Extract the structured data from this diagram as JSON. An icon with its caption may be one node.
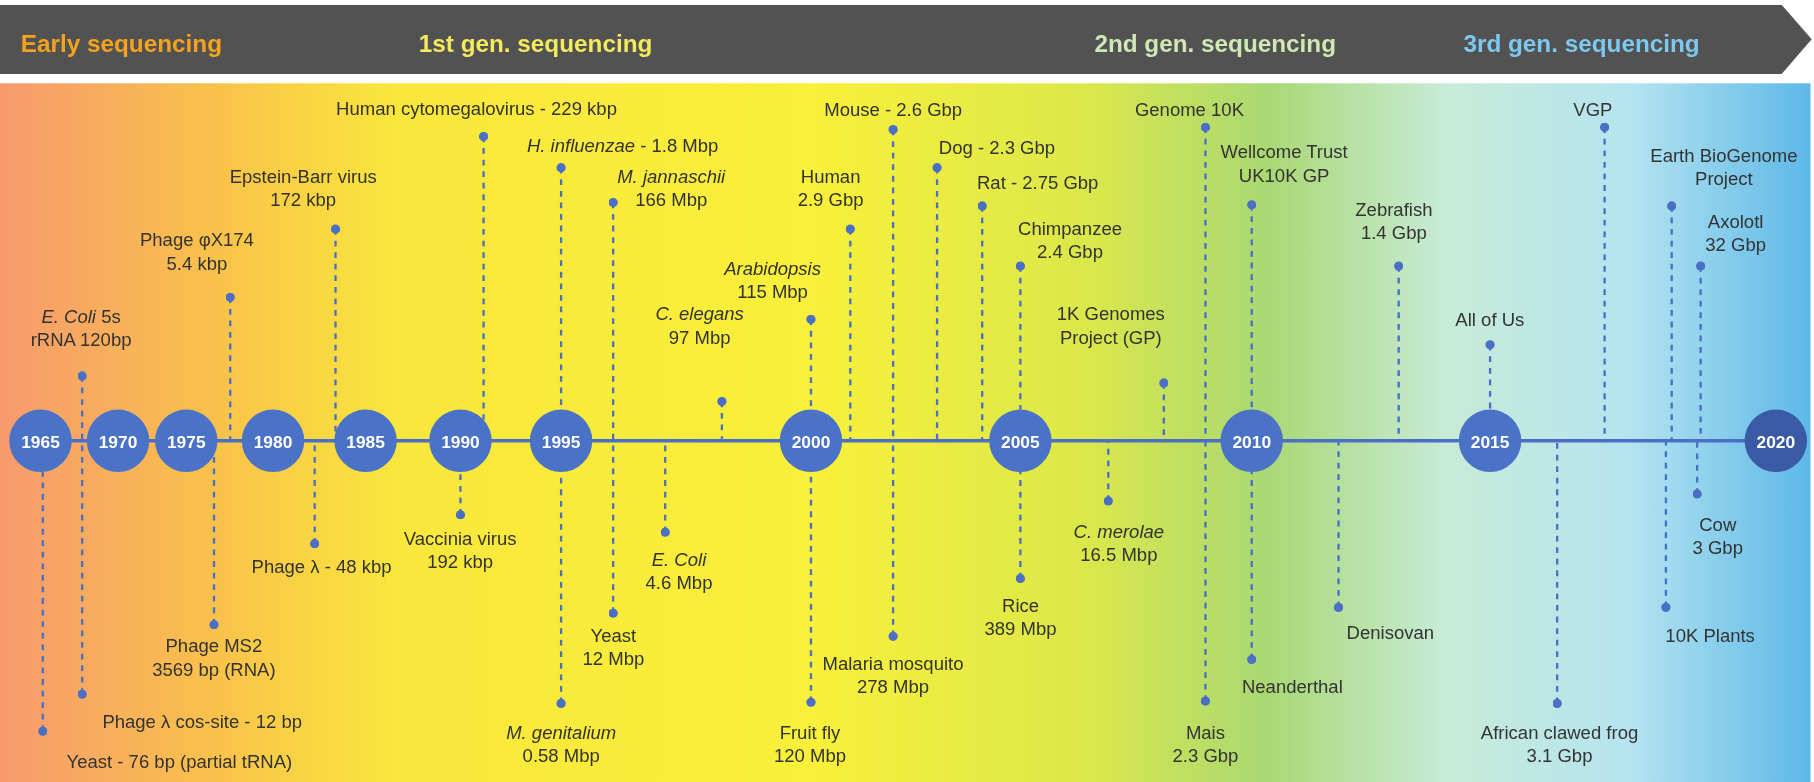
{
  "diagram": {
    "nodes": [
      {
        "text": [
          "Early sequencing",
          "1st gen. sequencing",
          "2nd gen. sequencing",
          "3rd gen. sequencing"
        ]
      },
      {
        "text": [
          "1965"
        ]
      },
      {
        "text": [
          "1970"
        ]
      },
      {
        "text": [
          "1975"
        ]
      },
      {
        "text": [
          "1980"
        ]
      },
      {
        "text": [
          "1985"
        ]
      },
      {
        "text": [
          "1990"
        ]
      },
      {
        "text": [
          "1995"
        ]
      },
      {
        "text": [
          "2000"
        ]
      },
      {
        "text": [
          "2005"
        ]
      },
      {
        "text": [
          "2010"
        ]
      },
      {
        "text": [
          "2015"
        ]
      },
      {
        "text": [
          "2020"
        ]
      },
      {
        "text": [
          "*E. Coli* 5s rRNA 120bp"
        ]
      },
      {
        "text": [
          "Phage φX174 5.4 kbp"
        ]
      },
      {
        "text": [
          "Epstein-Barr virus 172 kbp"
        ]
      },
      {
        "text": [
          "Human cytomegalovirus - 229 kbp"
        ]
      },
      {
        "text": [
          "*H. influenzae* - 1.8 Mbp"
        ]
      },
      {
        "text": [
          "*M. jannaschii* 166 Mbp"
        ]
      },
      {
        "text": [
          "*C. elegans* 97 Mbp"
        ]
      },
      {
        "text": [
          "*Arabidopsis* 115 Mbp"
        ]
      },
      {
        "text": [
          "Human 2.9 Gbp"
        ]
      },
      {
        "text": [
          "Mouse - 2.6 Gbp"
        ]
      },
      {
        "text": [
          "Dog - 2.3 Gbp"
        ]
      },
      {
        "text": [
          "Rat - 2.75 Gbp"
        ]
      },
      {
        "text": [
          "Chimpanzee 2.4 Gbp"
        ]
      },
      {
        "text": [
          "1K Genomes Project (GP)"
        ]
      },
      {
        "text": [
          "Genome 10K"
        ]
      },
      {
        "text": [
          "Wellcome Trust UK10K GP"
        ]
      },
      {
        "text": [
          "Zebrafish 1.4 Gbp"
        ]
      },
      {
        "text": [
          "All of Us"
        ]
      },
      {
        "text": [
          "VGP"
        ]
      },
      {
        "text": [
          "Earth BioGenome Project"
        ]
      },
      {
        "text": [
          "Axolotl 32 Gbp"
        ]
      },
      {
        "text": [
          "Yeast - 76 bp (partial tRNA)"
        ]
      },
      {
        "text": [
          "Phage λ cos-site - 12 bp"
        ]
      },
      {
        "text": [
          "Phage MS2 3569 bp (RNA)"
        ]
      },
      {
        "text": [
          "Phage λ - 48 kbp"
        ]
      },
      {
        "text": [
          "Vaccinia virus 192 kbp"
        ]
      },
      {
        "text": [
          "*M. genitalium* 0.58 Mbp"
        ]
      },
      {
        "text": [
          "Yeast 12 Mbp"
        ]
      },
      {
        "text": [
          "*E. Coli* 4.6 Mbp"
        ]
      },
      {
        "text": [
          "Fruit fly 120 Mbp"
        ]
      },
      {
        "text": [
          "Malaria mosquito 278 Mbp"
        ]
      },
      {
        "text": [
          "Rice 389 Mbp"
        ]
      },
      {
        "text": [
          "*C. merolae* 16.5 Mbp"
        ]
      },
      {
        "text": [
          "Mais 2.3 Gbp"
        ]
      },
      {
        "text": [
          "Neanderthal"
        ]
      },
      {
        "text": [
          "Denisovan"
        ]
      },
      {
        "text": [
          "African clawed frog 3.1 Gbp"
        ]
      },
      {
        "text": [
          "10K Plants"
        ]
      },
      {
        "text": [
          "Cow 3 Gbp"
        ]
      }
    ],
    "edges": [
      {
        "from": 13,
        "to": 1,
        "arrow": "other",
        "style": "dashed"
      },
      {
        "from": 14,
        "to": 4,
        "arrow": "other",
        "style": "dashed"
      },
      {
        "from": 15,
        "to": 5,
        "arrow": "other",
        "style": "dashed"
      },
      {
        "from": 16,
        "to": 6,
        "arrow": "other",
        "style": "dashed"
      },
      {
        "from": 17,
        "to": 7,
        "arrow": "other",
        "style": "dashed"
      },
      {
        "from": 18,
        "to": 7,
        "arrow": "other",
        "style": "dashed"
      },
      {
        "from": 19,
        "to": null,
        "arrow": "other",
        "style": "dashed"
      },
      {
        "from": 20,
        "to": 8,
        "arrow": "other",
        "style": "dashed"
      },
      {
        "from": 21,
        "to": 8,
        "arrow": "other",
        "style": "dashed"
      },
      {
        "from": 22,
        "to": null,
        "arrow": "other",
        "style": "dashed"
      },
      {
        "from": 23,
        "to": null,
        "arrow": "other",
        "style": "dashed"
      },
      {
        "from": 24,
        "to": 9,
        "arrow": "other",
        "style": "dashed"
      },
      {
        "from": 25,
        "to": 9,
        "arrow": "other",
        "style": "dashed"
      },
      {
        "from": 26,
        "to": null,
        "arrow": "other",
        "style": "dashed"
      },
      {
        "from": 27,
        "to": 10,
        "arrow": "other",
        "style": "dashed"
      },
      {
        "from": 28,
        "to": 10,
        "arrow": "other",
        "style": "dashed"
      },
      {
        "from": 29,
        "to": null,
        "arrow": "other",
        "style": "dashed"
      },
      {
        "from": 30,
        "to": 11,
        "arrow": "other",
        "style": "dashed"
      },
      {
        "from": 31,
        "to": null,
        "arrow": "other",
        "style": "dashed"
      },
      {
        "from": 32,
        "to": null,
        "arrow": "other",
        "style": "dashed"
      },
      {
        "from": 33,
        "to": null,
        "arrow": "other",
        "style": "dashed"
      },
      {
        "from": 34,
        "to": 1,
        "arrow": "other",
        "style": "dashed"
      },
      {
        "from": 35,
        "to": 1,
        "arrow": "other",
        "style": "dashed"
      },
      {
        "from": 36,
        "to": 3,
        "arrow": "other",
        "style": "dashed"
      },
      {
        "from": 37,
        "to": 4,
        "arrow": "other",
        "style": "dashed"
      },
      {
        "from": 38,
        "to": 6,
        "arrow": "other",
        "style": "dashed"
      },
      {
        "from": 39,
        "to": 7,
        "arrow": "other",
        "style": "dashed"
      },
      {
        "from": 40,
        "to": 7,
        "arrow": "other",
        "style": "dashed"
      },
      {
        "from": 41,
        "to": null,
        "arrow": "other",
        "style": "dashed"
      },
      {
        "from": 42,
        "to": 8,
        "arrow": "other",
        "style": "dashed"
      },
      {
        "from": 43,
        "to": null,
        "arrow": "other",
        "style": "dashed"
      },
      {
        "from": 44,
        "to": 9,
        "arrow": "other",
        "style": "dashed"
      },
      {
        "from": 45,
        "to": null,
        "arrow": "other",
        "style": "dashed"
      },
      {
        "from": 46,
        "to": 10,
        "arrow": "other",
        "style": "dashed"
      },
      {
        "from": 47,
        "to": 10,
        "arrow": "other",
        "style": "dashed"
      },
      {
        "from": 48,
        "to": null,
        "arrow": "other",
        "style": "dashed"
      },
      {
        "from": 49,
        "to": null,
        "arrow": "other",
        "style": "dashed"
      },
      {
        "from": 50,
        "to": null,
        "arrow": "other",
        "style": "dashed"
      },
      {
        "from": 51,
        "to": null,
        "arrow": "other",
        "style": "dashed"
      }
    ]
  }
}
